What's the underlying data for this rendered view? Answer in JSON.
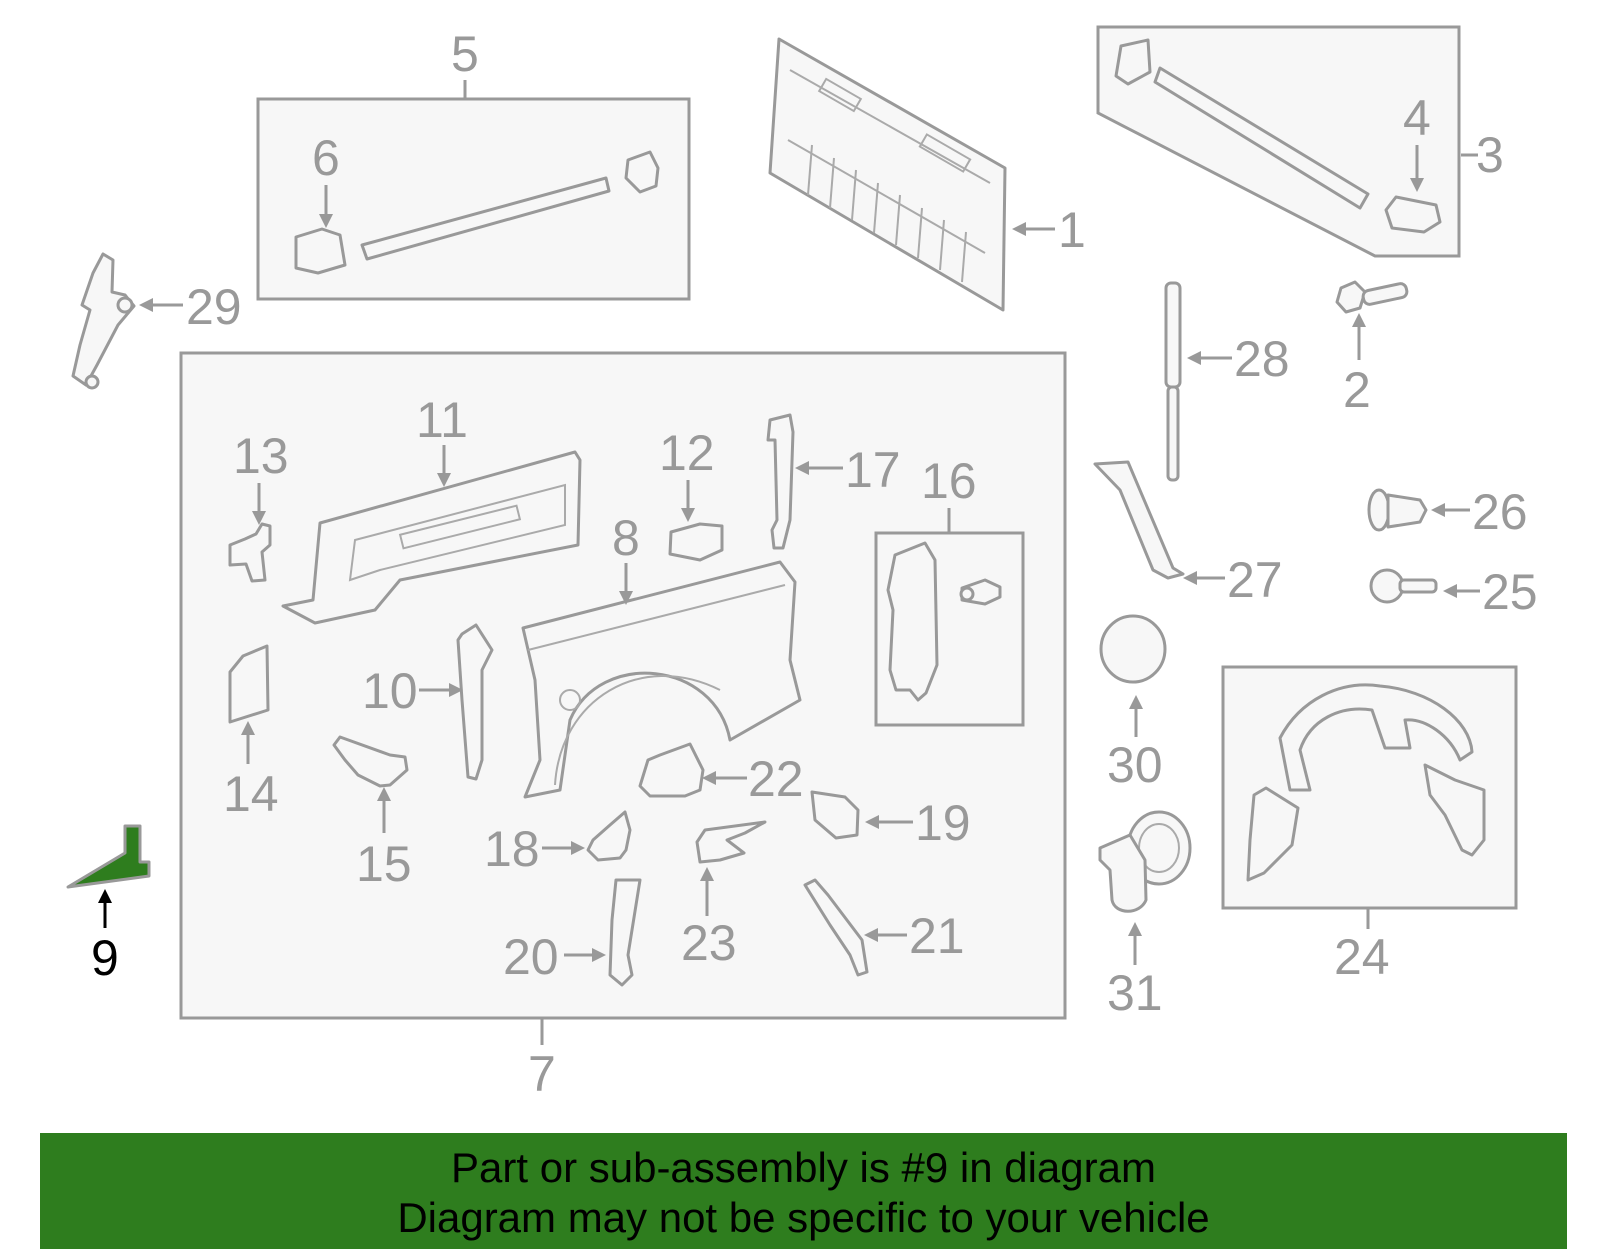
{
  "diagram": {
    "highlighted_part": "9",
    "callouts": [
      "1",
      "2",
      "3",
      "4",
      "5",
      "6",
      "7",
      "8",
      "9",
      "10",
      "11",
      "12",
      "13",
      "14",
      "15",
      "16",
      "17",
      "18",
      "19",
      "20",
      "21",
      "22",
      "23",
      "24",
      "25",
      "26",
      "27",
      "28",
      "29",
      "30",
      "31"
    ],
    "colors": {
      "highlight": "#2e7d1e",
      "line": "#999999",
      "part_fill": "#f7f7f7",
      "banner": "#2e7d1e"
    }
  },
  "banner": {
    "line1": "Part or sub-assembly is #9 in diagram",
    "line2": "Diagram may not be specific to your vehicle"
  }
}
